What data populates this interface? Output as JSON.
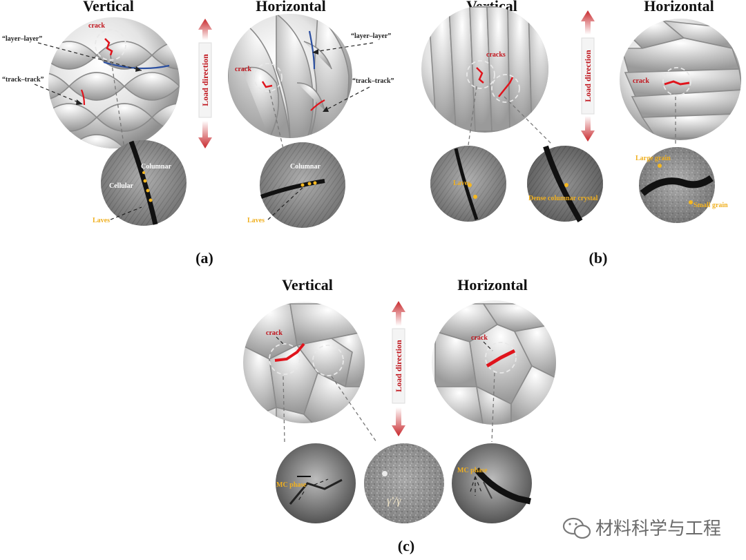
{
  "panels": {
    "a": {
      "label": "(a)",
      "vertical_title": "Vertical",
      "horizontal_title": "Horizontal",
      "crack_v": "crack",
      "crack_h": "crack",
      "layer_v": "“layer–layer”",
      "track_v": "“track–track”",
      "layer_h": "“layer–layer”",
      "track_h": "“track–track”",
      "columnar_v": "Columnar",
      "cellular_v": "Cellular",
      "laves_v": "Laves",
      "columnar_h": "Columnar",
      "laves_h": "Laves",
      "load_direction": "Load direction"
    },
    "b": {
      "label": "(b)",
      "vertical_title": "Vertical",
      "horizontal_title": "Horizontal",
      "cracks_v": "cracks",
      "crack_h": "crack",
      "laves": "Laves",
      "dense": "Dense columnar crystal",
      "large_grain": "Large grain",
      "small_grain": "Small grain",
      "load_direction": "Load direction"
    },
    "c": {
      "label": "(c)",
      "vertical_title": "Vertical",
      "horizontal_title": "Horizontal",
      "crack_v": "crack",
      "crack_h": "crack",
      "mc_v": "MC phase",
      "gamma": "γ′/γ",
      "mc_h": "MC phase",
      "load_direction": "Load direction"
    }
  },
  "watermark": "材料科学与工程",
  "colors": {
    "crack": "#e0141c",
    "layer_line": "#2a4ea0",
    "laves_dot": "#f5b820",
    "arrow": "#c8282c"
  },
  "icons": [
    "wechat-icon"
  ]
}
